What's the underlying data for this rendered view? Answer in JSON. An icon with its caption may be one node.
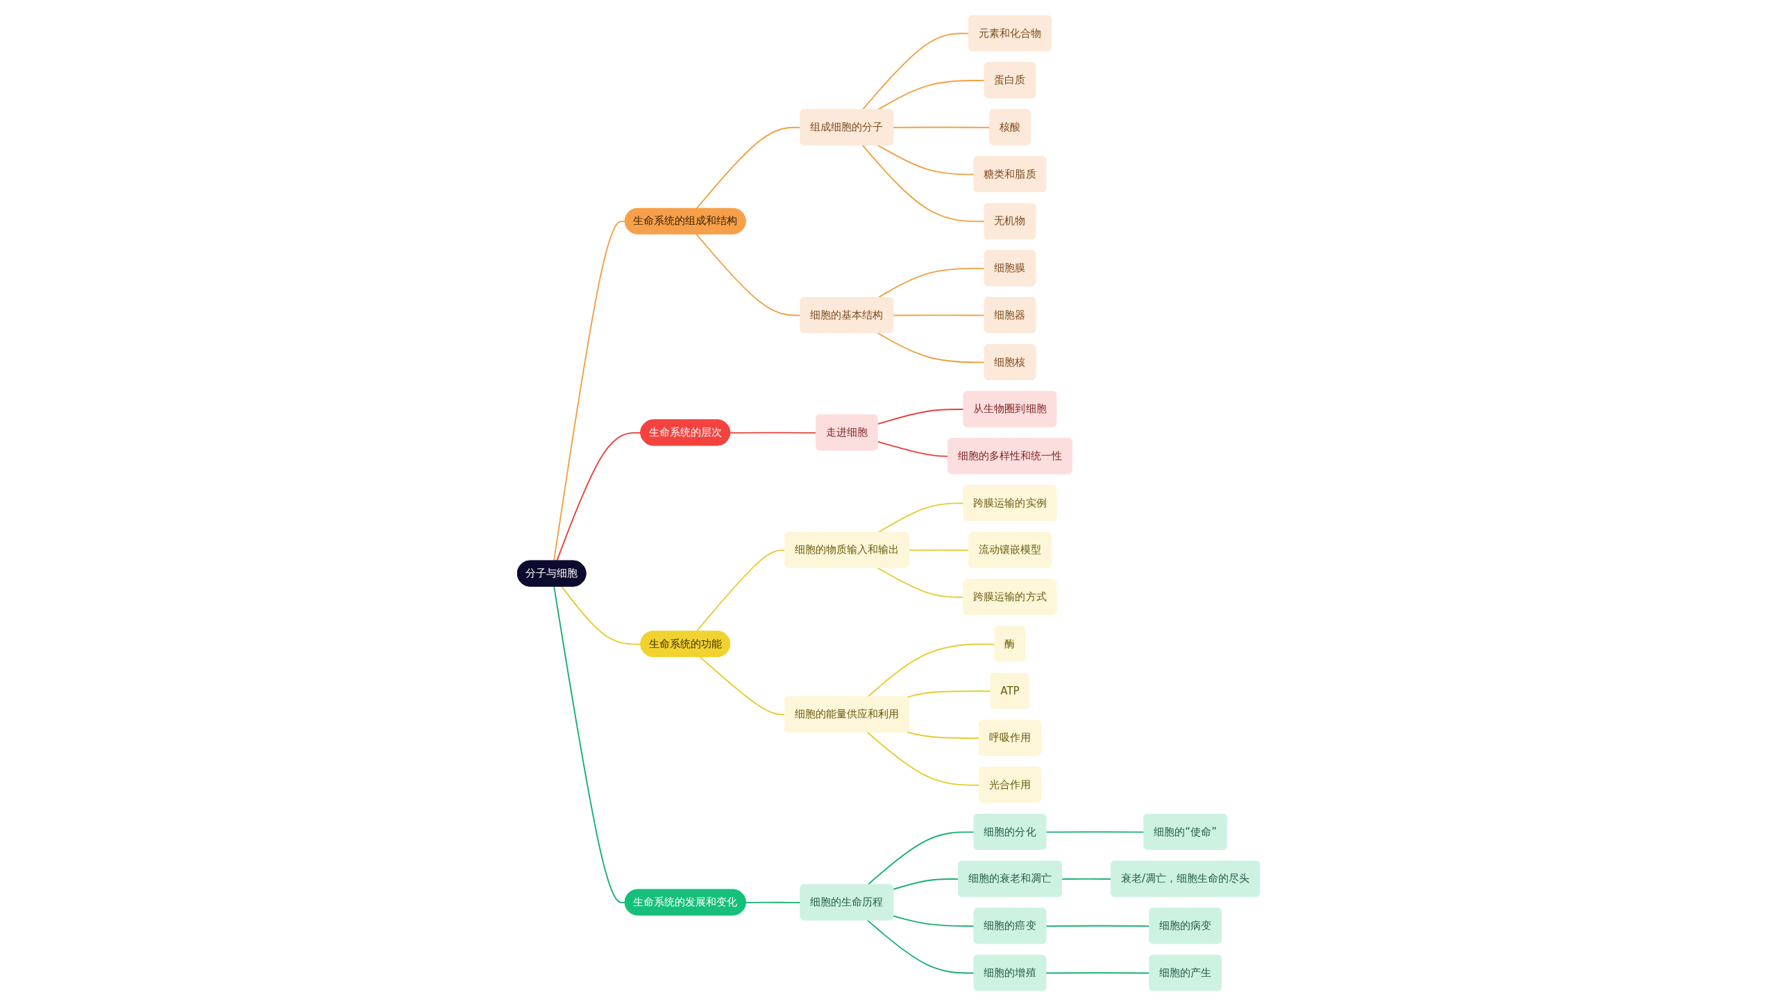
{
  "diagram": {
    "nodes": [
      {
        "text": [
          "分子与细胞"
        ]
      },
      {
        "text": [
          "生命系统的组成和结构"
        ]
      },
      {
        "text": [
          "组成细胞的分子"
        ]
      },
      {
        "text": [
          "元素和化合物"
        ]
      },
      {
        "text": [
          "蛋白质"
        ]
      },
      {
        "text": [
          "核酸"
        ]
      },
      {
        "text": [
          "糖类和脂质"
        ]
      },
      {
        "text": [
          "无机物"
        ]
      },
      {
        "text": [
          "细胞的基本结构"
        ]
      },
      {
        "text": [
          "细胞膜"
        ]
      },
      {
        "text": [
          "细胞器"
        ]
      },
      {
        "text": [
          "细胞核"
        ]
      },
      {
        "text": [
          "生命系统的层次"
        ]
      },
      {
        "text": [
          "走进细胞"
        ]
      },
      {
        "text": [
          "从生物圈到细胞"
        ]
      },
      {
        "text": [
          "细胞的多样性和统一性"
        ]
      },
      {
        "text": [
          "生命系统的功能"
        ]
      },
      {
        "text": [
          "细胞的物质输入和输出"
        ]
      },
      {
        "text": [
          "跨膜运输的实例"
        ]
      },
      {
        "text": [
          "流动镶嵌模型"
        ]
      },
      {
        "text": [
          "跨膜运输的方式"
        ]
      },
      {
        "text": [
          "细胞的能量供应和利用"
        ]
      },
      {
        "text": [
          "酶"
        ]
      },
      {
        "text": [
          "ATP"
        ]
      },
      {
        "text": [
          "呼吸作用"
        ]
      },
      {
        "text": [
          "光合作用"
        ]
      },
      {
        "text": [
          "生命系统的发展和变化"
        ]
      },
      {
        "text": [
          "细胞的生命历程"
        ]
      },
      {
        "text": [
          "细胞的分化"
        ]
      },
      {
        "text": [
          "细胞的“使命”"
        ]
      },
      {
        "text": [
          "细胞的衰老和凋亡"
        ]
      },
      {
        "text": [
          "衰老/凋亡，细胞生命的尽头"
        ]
      },
      {
        "text": [
          "细胞的癌变"
        ]
      },
      {
        "text": [
          "细胞的病变"
        ]
      },
      {
        "text": [
          "细胞的增殖"
        ]
      },
      {
        "text": [
          "细胞的产生"
        ]
      }
    ],
    "edges": [
      {
        "from": 0,
        "to": 1,
        "arrow": "none",
        "color": "#f0a040"
      },
      {
        "from": 1,
        "to": 2,
        "arrow": "none",
        "color": "#f0a040"
      },
      {
        "from": 2,
        "to": 3,
        "arrow": "none",
        "color": "#f0a040"
      },
      {
        "from": 2,
        "to": 4,
        "arrow": "none",
        "color": "#f0a040"
      },
      {
        "from": 2,
        "to": 5,
        "arrow": "none",
        "color": "#f0a040"
      },
      {
        "from": 2,
        "to": 6,
        "arrow": "none",
        "color": "#f0a040"
      },
      {
        "from": 2,
        "to": 7,
        "arrow": "none",
        "color": "#f0a040"
      },
      {
        "from": 1,
        "to": 8,
        "arrow": "none",
        "color": "#f0a040"
      },
      {
        "from": 8,
        "to": 9,
        "arrow": "none",
        "color": "#f0a040"
      },
      {
        "from": 8,
        "to": 10,
        "arrow": "none",
        "color": "#f0a040"
      },
      {
        "from": 8,
        "to": 11,
        "arrow": "none",
        "color": "#f0a040"
      },
      {
        "from": 0,
        "to": 12,
        "arrow": "none",
        "color": "#e8403a"
      },
      {
        "from": 12,
        "to": 13,
        "arrow": "none",
        "color": "#e8403a"
      },
      {
        "from": 13,
        "to": 14,
        "arrow": "none",
        "color": "#e8403a"
      },
      {
        "from": 13,
        "to": 15,
        "arrow": "none",
        "color": "#e8403a"
      },
      {
        "from": 0,
        "to": 16,
        "arrow": "none",
        "color": "#e8cc30"
      },
      {
        "from": 16,
        "to": 17,
        "arrow": "none",
        "color": "#e8cc30"
      },
      {
        "from": 17,
        "to": 18,
        "arrow": "none",
        "color": "#e8cc30"
      },
      {
        "from": 17,
        "to": 19,
        "arrow": "none",
        "color": "#e8cc30"
      },
      {
        "from": 17,
        "to": 20,
        "arrow": "none",
        "color": "#e8cc30"
      },
      {
        "from": 16,
        "to": 21,
        "arrow": "none",
        "color": "#e8cc30"
      },
      {
        "from": 21,
        "to": 22,
        "arrow": "none",
        "color": "#e8cc30"
      },
      {
        "from": 21,
        "to": 23,
        "arrow": "none",
        "color": "#e8cc30"
      },
      {
        "from": 21,
        "to": 24,
        "arrow": "none",
        "color": "#e8cc30"
      },
      {
        "from": 21,
        "to": 25,
        "arrow": "none",
        "color": "#e8cc30"
      },
      {
        "from": 0,
        "to": 26,
        "arrow": "none",
        "color": "#16b070"
      },
      {
        "from": 26,
        "to": 27,
        "arrow": "none",
        "color": "#16b070"
      },
      {
        "from": 27,
        "to": 28,
        "arrow": "none",
        "color": "#16b070"
      },
      {
        "from": 28,
        "to": 29,
        "arrow": "none",
        "color": "#16b070"
      },
      {
        "from": 27,
        "to": 30,
        "arrow": "none",
        "color": "#16b070"
      },
      {
        "from": 30,
        "to": 31,
        "arrow": "none",
        "color": "#16b070"
      },
      {
        "from": 27,
        "to": 32,
        "arrow": "none",
        "color": "#16b070"
      },
      {
        "from": 32,
        "to": 33,
        "arrow": "none",
        "color": "#16b070"
      },
      {
        "from": 27,
        "to": 34,
        "arrow": "none",
        "color": "#16b070"
      },
      {
        "from": 34,
        "to": 35,
        "arrow": "none",
        "color": "#16b070"
      }
    ]
  }
}
